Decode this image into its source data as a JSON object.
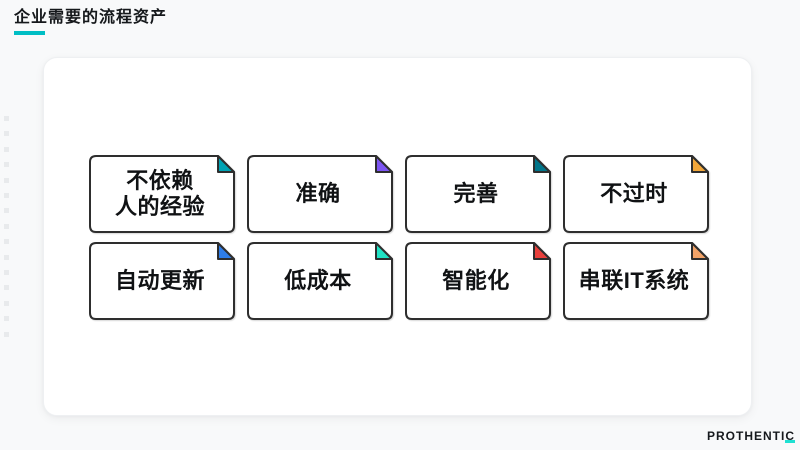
{
  "header": {
    "title": "企业需要的流程资产"
  },
  "theme": {
    "accent": "#00bec4",
    "note_border": "#2e2e2e",
    "card_bg": "#ffffff",
    "page_bg": "#f8f9fa",
    "text": "#101214"
  },
  "notes": [
    {
      "label": "不依赖\n人的经验",
      "fold_color": "#00a3b4"
    },
    {
      "label": "准确",
      "fold_color": "#7d55f3"
    },
    {
      "label": "完善",
      "fold_color": "#00758a"
    },
    {
      "label": "不过时",
      "fold_color": "#f0a63a"
    },
    {
      "label": "自动更新",
      "fold_color": "#2e7de9"
    },
    {
      "label": "低成本",
      "fold_color": "#1fe2c4"
    },
    {
      "label": "智能化",
      "fold_color": "#e8403c"
    },
    {
      "label": "串联IT系统",
      "fold_color": "#f2a368"
    }
  ],
  "logo": {
    "text": "PROTHENTI",
    "accent_letter": "C",
    "accent_color": "#1fe0d2"
  }
}
